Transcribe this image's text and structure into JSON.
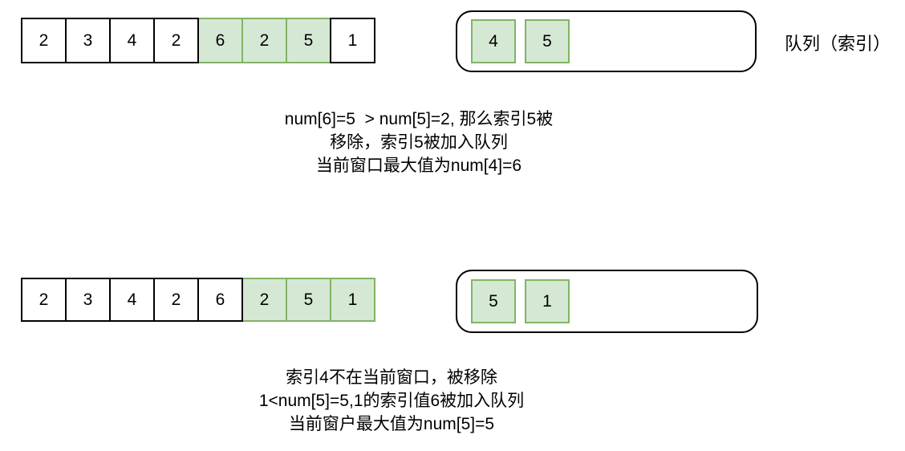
{
  "colors": {
    "green_fill": "#d5e8d4",
    "green_border": "#82b366",
    "stroke": "#000000",
    "background": "#ffffff"
  },
  "diagram": {
    "step1": {
      "array_cells": [
        {
          "v": "2",
          "hl": false
        },
        {
          "v": "3",
          "hl": false
        },
        {
          "v": "4",
          "hl": false
        },
        {
          "v": "2",
          "hl": false
        },
        {
          "v": "6",
          "hl": true
        },
        {
          "v": "2",
          "hl": true
        },
        {
          "v": "5",
          "hl": true
        },
        {
          "v": "1",
          "hl": false
        }
      ],
      "queue_items": [
        "4",
        "5"
      ],
      "queue_label": "队列（索引）",
      "caption_lines": [
        "num[6]=5  > num[5]=2, 那么索引5被",
        "移除，索引5被加入队列",
        "当前窗口最大值为num[4]=6"
      ]
    },
    "step2": {
      "array_cells": [
        {
          "v": "2",
          "hl": false
        },
        {
          "v": "3",
          "hl": false
        },
        {
          "v": "4",
          "hl": false
        },
        {
          "v": "2",
          "hl": false
        },
        {
          "v": "6",
          "hl": false
        },
        {
          "v": "2",
          "hl": true
        },
        {
          "v": "5",
          "hl": true
        },
        {
          "v": "1",
          "hl": true
        }
      ],
      "queue_items": [
        "5",
        "1"
      ],
      "caption_lines": [
        "索引4不在当前窗口，被移除",
        "1<num[5]=5,1的索引值6被加入队列",
        "当前窗户最大值为num[5]=5"
      ]
    }
  }
}
